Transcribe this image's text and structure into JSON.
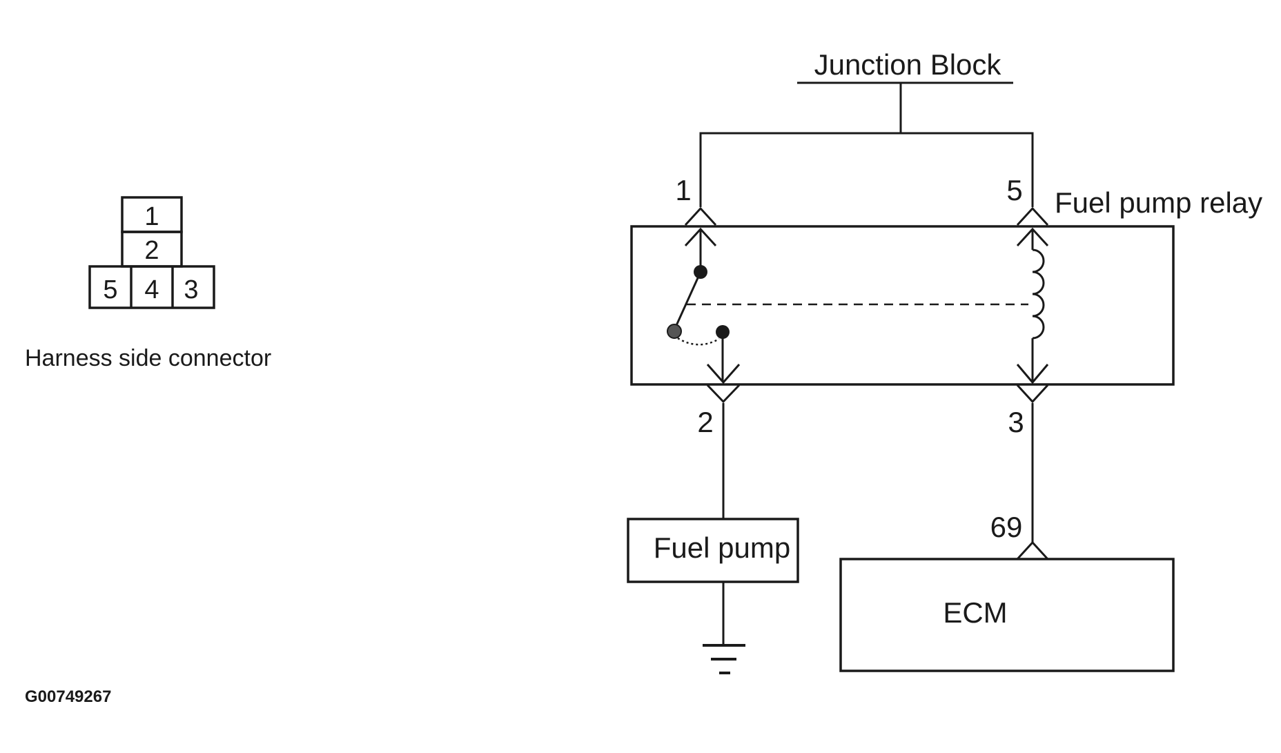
{
  "connector": {
    "cells": [
      "1",
      "2",
      "5",
      "4",
      "3"
    ],
    "caption": "Harness side connector"
  },
  "junction_block": {
    "label": "Junction Block"
  },
  "relay": {
    "label": "Fuel pump relay",
    "pins": {
      "p1": "1",
      "p5": "5",
      "p2": "2",
      "p3": "3"
    }
  },
  "fuel_pump": {
    "label": "Fuel pump"
  },
  "ecm": {
    "label": "ECM",
    "pin": "69"
  },
  "figure_code": "G00749267"
}
